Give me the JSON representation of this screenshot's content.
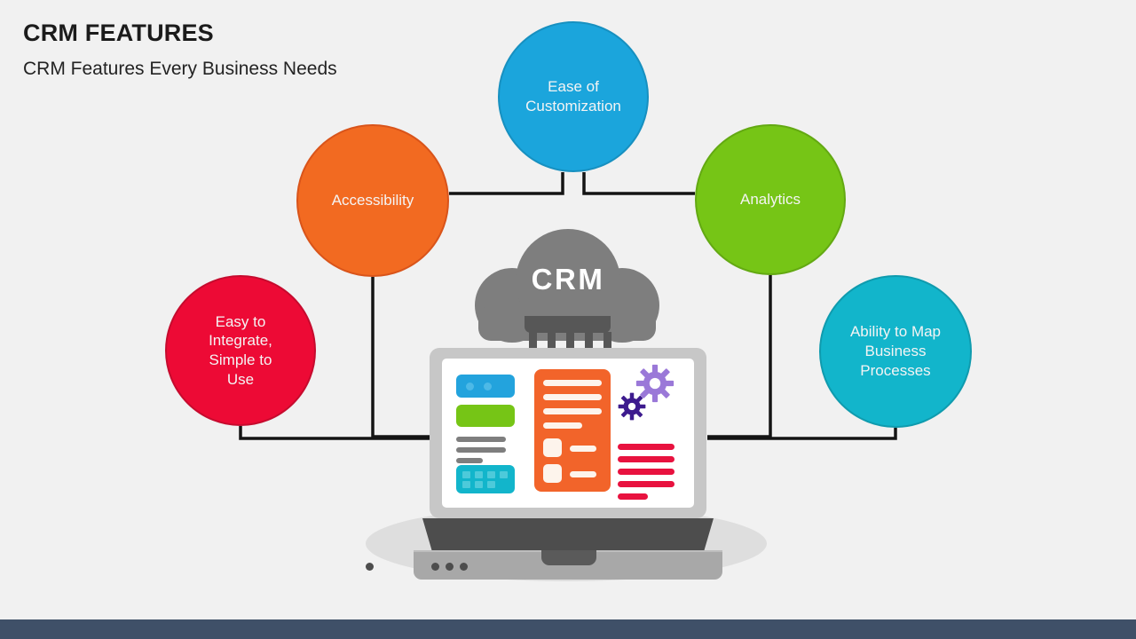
{
  "header": {
    "title": "CRM FEATURES",
    "subtitle": "CRM Features Every Business Needs"
  },
  "center": {
    "cloud_label": "CRM",
    "cloud_color": "#7e7e7e"
  },
  "bubbles": [
    {
      "id": "ease",
      "label": "Ease of\nCustomization",
      "color": "#1ba5dc",
      "border": "#1790c0"
    },
    {
      "id": "access",
      "label": "Accessibility",
      "color": "#f26a21",
      "border": "#d9541a"
    },
    {
      "id": "analytics",
      "label": "Analytics",
      "color": "#76c516",
      "border": "#63a912"
    },
    {
      "id": "easy",
      "label": "Easy to\nIntegrate,\nSimple to\nUse",
      "color": "#ed0a35",
      "border": "#c60b2e"
    },
    {
      "id": "map",
      "label": "Ability to Map\nBusiness\nProcesses",
      "color": "#12b5cb",
      "border": "#0f9bae"
    }
  ],
  "bubble_labels": {
    "ease": "Ease of\nCustomization",
    "access": "Accessibility",
    "analytics": "Analytics",
    "easy": "Easy to\nIntegrate,\nSimple to\nUse",
    "map": "Ability to Map\nBusiness\nProcesses"
  },
  "palette": {
    "background": "#f1f1f1",
    "bottom_bar": "#3f5068",
    "title_text": "#1b1b1b",
    "connector_line": "#141414",
    "laptop_bezel": "#c7c7c7",
    "laptop_keyboard": "#4d4d4d",
    "laptop_base": "#a8a8a8",
    "shadow": "#dedede",
    "screen_blue": "#23a3dd",
    "screen_green": "#76c516",
    "screen_cyan": "#12b5cb",
    "screen_gray_line": "#7e7e7e",
    "form_orange": "#f2642a",
    "gear_light_purple": "#9a78d8",
    "gear_dark_purple": "#3d1b8e",
    "screen_red_line": "#e8123f"
  },
  "icons": {
    "cloud": "cloud-icon",
    "laptop": "laptop-icon",
    "gear_large": "gear-icon",
    "gear_small": "gear-icon"
  }
}
